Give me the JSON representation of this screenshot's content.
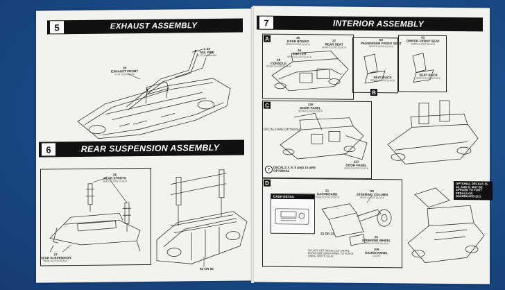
{
  "steps": {
    "s5": {
      "number": "5",
      "title": "EXHAUST ASSEMBLY"
    },
    "s6": {
      "number": "6",
      "title": "REAR SUSPENSION ASSEMBLY"
    },
    "s7": {
      "number": "7",
      "title": "INTERIOR ASSEMBLY"
    }
  },
  "exhaust": {
    "tailpipe": {
      "code": "L-23",
      "name": "TAIL PIPE",
      "color": "FLAT ALUMINUM"
    },
    "exhaust_front": {
      "code": "26",
      "name": "EXHAUST FRONT",
      "color": "FLAT ALUMINUM"
    }
  },
  "rear_suspension": {
    "struts": {
      "code": "26",
      "name": "REAR STRUTS",
      "color": "SEMI-GLOSS BLACK"
    },
    "suspension": {
      "code": "27",
      "name": "REAR SUSPENSION",
      "color": "SEMI-GLOSS BLACK"
    },
    "ref": "92 OR 93"
  },
  "interior": {
    "A": {
      "letter": "A",
      "parts": [
        {
          "code": "35",
          "name": "DASH BOARD",
          "color": "SEMI-GLOSS BLACK"
        },
        {
          "code": "36",
          "name": "SHIFTER",
          "color": "SEMI-GLOSS BLACK"
        },
        {
          "code": "37",
          "name": "REAR SEAT",
          "color": "SEMI-GLOSS BLACK"
        },
        {
          "code": "38",
          "name": "CONSOLE",
          "color": "SEMI-GLOSS BLACK"
        }
      ]
    },
    "seats": {
      "left": {
        "code": "60",
        "name": "PASSENGER FRONT SEAT",
        "color": "SEMI-GLOSS BLACK"
      },
      "right": {
        "code": "61",
        "name": "DRIVER FRONT SEAT",
        "color": "SEMI-GLOSS BLACK"
      },
      "back_left": {
        "code": "",
        "name": "SEAT BACK",
        "color": "SEMI-GLOSS BLACK"
      },
      "back_right": {
        "code": "",
        "name": "SEAT BACK",
        "color": "SEMI-GLOSS BLACK"
      }
    },
    "B": {
      "letter": "B"
    },
    "C": {
      "letter": "C",
      "door_panel_top": {
        "code": "135",
        "name": "DOOR PANEL",
        "color": "SEMI-GLOSS BLACK"
      },
      "door_panel_bottom": {
        "code": "137",
        "name": "DOOR PANEL",
        "color": "SEMI-GLOSS BLACK"
      },
      "side_note": "DECALS ARE OPTIONAL",
      "decals_note": "DECALS 7, 8, 9 AND 10 ARE OPTIONAL"
    },
    "D": {
      "letter": "D",
      "dash_detail": "DASH DETAIL",
      "dashboard": {
        "code": "21",
        "name": "DASHBOARD",
        "color": "SEMI-GLOSS BLACK"
      },
      "steering_column": {
        "code": "20",
        "name": "STEERING COLUMN",
        "color": "SEMI-GLOSS BLACK"
      },
      "steering_wheel": {
        "code": "21",
        "name": "STEERING WHEEL",
        "color": "SEMI-GLOSS BLACK"
      },
      "gauge_panel": {
        "code": "109",
        "name": "GAUGE PANEL",
        "color": "CLEAR"
      },
      "ref": "22 OR 23",
      "paint_note": "DO NOT GET DECAL CUT DETAIL FROM SIDE DASH PANEL TO PLACE USING WHITE GLUE",
      "optional_note": "OPTIONAL DECALS 15, 16, AND 31 MAY BE APPLIED TO FOOT PEDALS ON DASHBOARD (21)."
    }
  }
}
